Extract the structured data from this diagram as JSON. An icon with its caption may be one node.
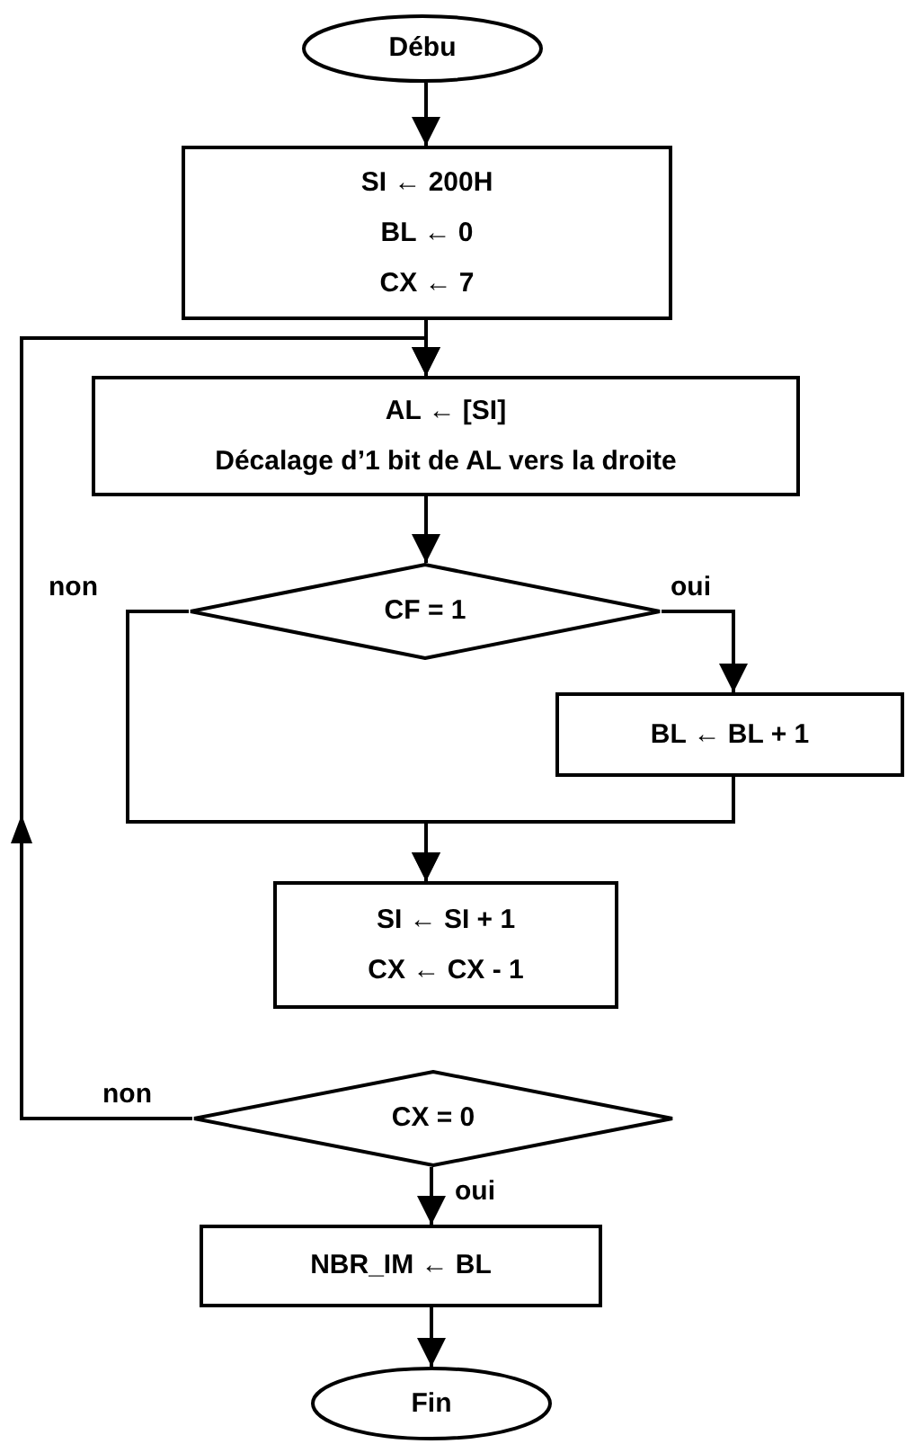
{
  "diagram": {
    "nodes": [
      {
        "text": [
          "Débu"
        ]
      },
      {
        "text": [
          "SI ← 200H",
          "BL ← 0",
          "CX ← 7"
        ]
      },
      {
        "text": [
          "AL ← [SI]",
          "Décalage d’1 bit de AL vers la droite"
        ]
      },
      {
        "text": [
          "CF = 1"
        ]
      },
      {
        "text": [
          "BL ← BL + 1"
        ]
      },
      {
        "text": [
          "SI ← SI + 1",
          "CX ← CX - 1"
        ]
      },
      {
        "text": [
          "CX = 0"
        ]
      },
      {
        "text": [
          "NBR_IM ← BL"
        ]
      },
      {
        "text": [
          "Fin"
        ]
      }
    ],
    "edges": [
      {
        "from": 0,
        "to": 1,
        "arrow": "to"
      },
      {
        "from": 1,
        "to": 2,
        "arrow": "to"
      },
      {
        "from": 2,
        "to": 3,
        "arrow": "to"
      },
      {
        "from": 3,
        "to": 4,
        "arrow": "to",
        "label": "oui"
      },
      {
        "from": 3,
        "to": 5,
        "arrow": "to",
        "label": "non"
      },
      {
        "from": 4,
        "to": 5,
        "arrow": "to"
      },
      {
        "from": 6,
        "to": 2,
        "arrow": "to",
        "label": "non"
      },
      {
        "from": 6,
        "to": 7,
        "arrow": "to",
        "label": "oui"
      },
      {
        "from": 7,
        "to": 8,
        "arrow": "to"
      }
    ]
  }
}
